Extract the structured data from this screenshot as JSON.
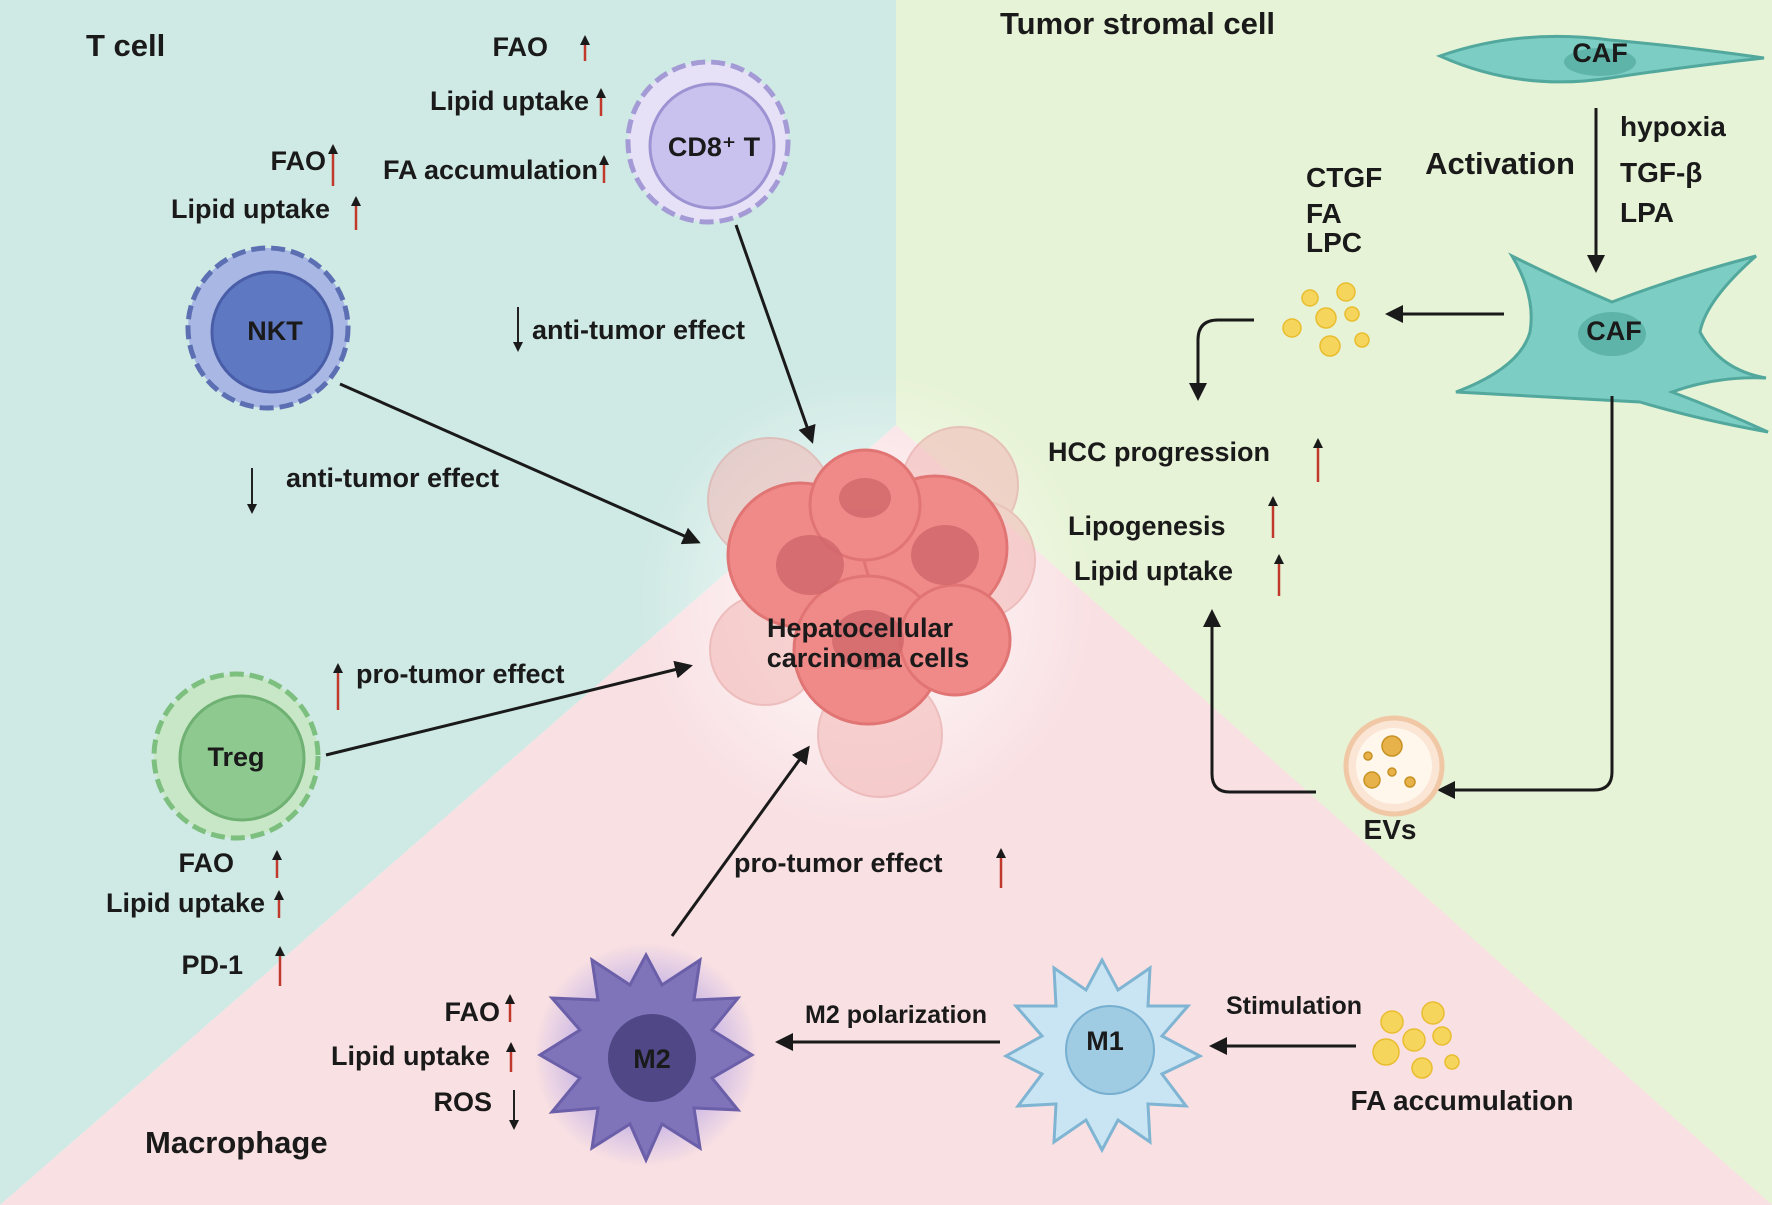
{
  "colors": {
    "t_cell_region": "#cfe9e4",
    "stromal_region": "#e7f3d6",
    "macrophage_region": "#f9e0e3",
    "up_arrow": "#c0392b",
    "down_arrow": "#222222",
    "caf": "#7ccdc3",
    "hcc": "#ef8f8f",
    "cd8_t": "#c9c2ee",
    "nkt": "#5f78c2",
    "treg": "#8ec98f",
    "m1": "#b9dcef",
    "m2": "#7f74b9",
    "lipid_droplet": "#f6d55c"
  },
  "sections": {
    "t_cell": "T cell",
    "stromal": "Tumor stromal cell",
    "macrophage": "Macrophage"
  },
  "center": {
    "line1": "Hepatocellular",
    "line2": "carcinoma cells"
  },
  "cells": {
    "cd8": "CD8⁺ T",
    "nkt": "NKT",
    "treg": "Treg",
    "caf_top": "CAF",
    "caf_main": "CAF",
    "evs": "EVs",
    "m1": "M1",
    "m2": "M2"
  },
  "cd8_labels": {
    "fao": "FAO",
    "lipid_uptake": "Lipid uptake",
    "fa_accumulation": "FA accumulation"
  },
  "nkt_labels": {
    "fao": "FAO",
    "lipid_uptake": "Lipid uptake"
  },
  "treg_labels": {
    "fao": "FAO",
    "lipid_uptake": "Lipid uptake",
    "pd1": "PD-1"
  },
  "m2_labels": {
    "fao": "FAO",
    "lipid_uptake": "Lipid uptake",
    "ros": "ROS"
  },
  "effects": {
    "cd8": "anti-tumor effect",
    "nkt": "anti-tumor effect",
    "treg": "pro-tumor effect",
    "m2": "pro-tumor effect"
  },
  "stromal": {
    "activation": "Activation",
    "factors": [
      "hypoxia",
      "TGF-β",
      "LPA"
    ],
    "secreted": [
      "CTGF",
      "FA",
      "LPC"
    ],
    "outcomes": {
      "hcc_progression": "HCC progression",
      "lipogenesis": "Lipogenesis",
      "lipid_uptake": "Lipid uptake"
    }
  },
  "macrophage": {
    "m2_polarization": "M2 polarization",
    "stimulation": "Stimulation",
    "fa_accumulation": "FA accumulation"
  }
}
